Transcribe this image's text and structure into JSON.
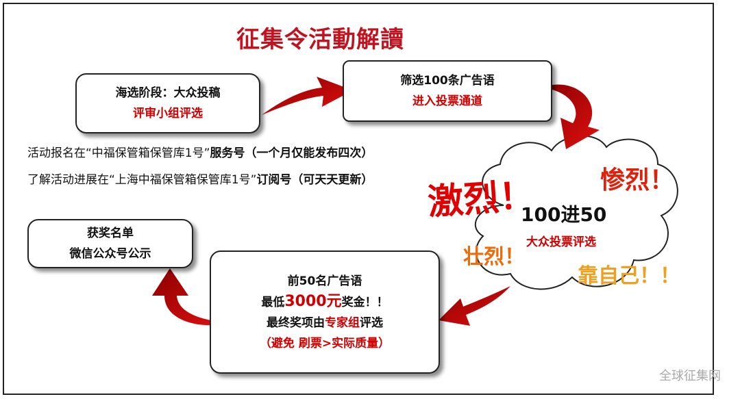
{
  "title": "征集令活動解讀",
  "step1": {
    "line1": "海选阶段：大众投稿",
    "line2": "评审小组评选"
  },
  "step2": {
    "line1": "筛选100条广告语",
    "line2": "进入投票通道"
  },
  "info": {
    "row1_pre": "活动报名在“中福保管箱保管库1号”",
    "row1_bold": "服务号（一个月仅能发布四次）",
    "row2_pre": "了解活动进展在“上海中福保管箱保管库1号”",
    "row2_bold": "订阅号（可天天更新）"
  },
  "cloud": {
    "main": "100进50",
    "sub": "大众投票评选"
  },
  "exclaims": {
    "e1": "激烈！",
    "e2": "惨烈！",
    "e3": "壮烈！",
    "e4": "靠自己！！"
  },
  "step3": {
    "line1": "前50名广告语",
    "line2_pre": "最低",
    "line2_amount": "3000元",
    "line2_post": "奖金！！",
    "line3_pre": "最终奖项由",
    "line3_red": "专家组",
    "line3_post": "评选",
    "line4": "（避免 刷票>实际质量）"
  },
  "step4": {
    "line1": "获奖名单",
    "line2": "微信公众号公示"
  },
  "watermark": "全球征集网",
  "colors": {
    "accent_red": "#d00000",
    "orange": "#ee6a0a",
    "gold": "#f0a020"
  }
}
